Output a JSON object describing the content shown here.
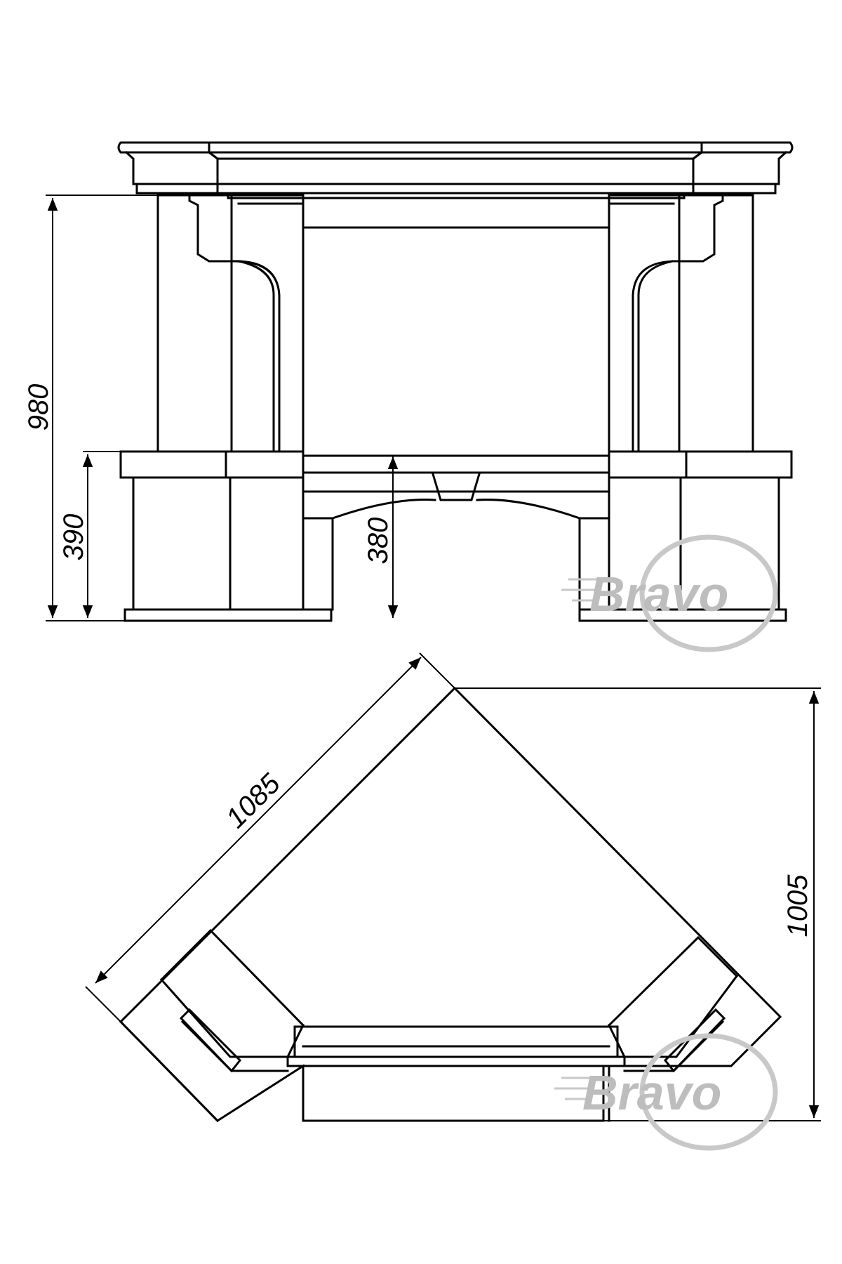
{
  "dimensions": {
    "total_height": "980",
    "base_height": "390",
    "opening_height": "380",
    "diagonal_length": "1085",
    "depth": "1005"
  },
  "watermark": {
    "brand": "Bravo"
  },
  "colors": {
    "line": "#000000",
    "watermark": "#c8c8c8"
  }
}
